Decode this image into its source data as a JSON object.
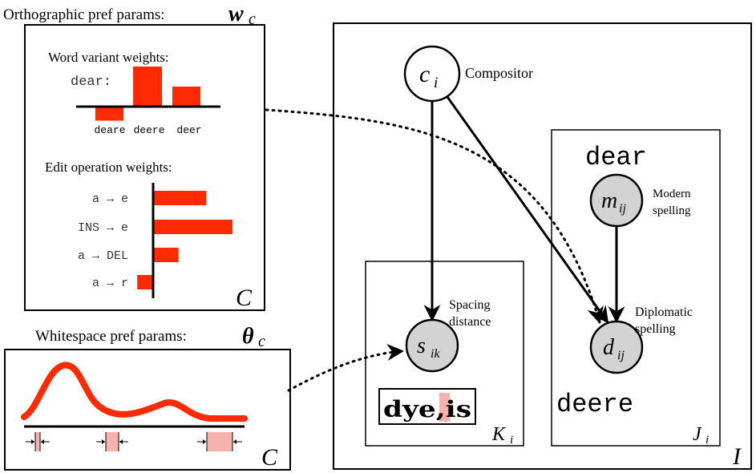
{
  "ortho_panel": {
    "title": "Orthographic pref params:",
    "title_symbol": "w",
    "title_sub": "c",
    "plate_label": "C",
    "word_variant": {
      "heading": "Word variant weights:",
      "word": "dear:",
      "bars": [
        {
          "label": "deare",
          "value": -0.35
        },
        {
          "label": "deere",
          "value": 1.0
        },
        {
          "label": "deer",
          "value": 0.5
        }
      ]
    },
    "edit_ops": {
      "heading": "Edit operation weights:",
      "rows": [
        {
          "label": "a → e",
          "value": 0.67
        },
        {
          "label": "INS → e",
          "value": 1.0
        },
        {
          "label": "a → DEL",
          "value": 0.32
        },
        {
          "label": "a → r",
          "value": -0.2
        }
      ]
    }
  },
  "whitespace_panel": {
    "title": "Whitespace pref params:",
    "title_symbol": "θ",
    "title_sub": "c",
    "plate_label": "C"
  },
  "graph": {
    "outer_plate_label": "I",
    "k_plate_label": "K",
    "k_plate_sub": "i",
    "j_plate_label": "J",
    "j_plate_sub": "i",
    "nodes": {
      "c": {
        "symbol": "c",
        "sub": "i",
        "caption": "Compositor"
      },
      "m": {
        "symbol": "m",
        "sub": "ij",
        "caption_lines": [
          "Modern",
          "spelling"
        ]
      },
      "s": {
        "symbol": "s",
        "sub": "ik",
        "caption_lines": [
          "Spacing",
          "distance"
        ]
      },
      "d": {
        "symbol": "d",
        "sub": "ij",
        "caption_lines": [
          "Diplomatic",
          "spelling"
        ]
      }
    },
    "modern_word": "dear",
    "diplomatic_word": "deere",
    "snippet_text": "dye,is"
  },
  "colors": {
    "red": "#ff2a00",
    "pink": "#f7b3ab",
    "node_fill": "#d3d3d3"
  }
}
